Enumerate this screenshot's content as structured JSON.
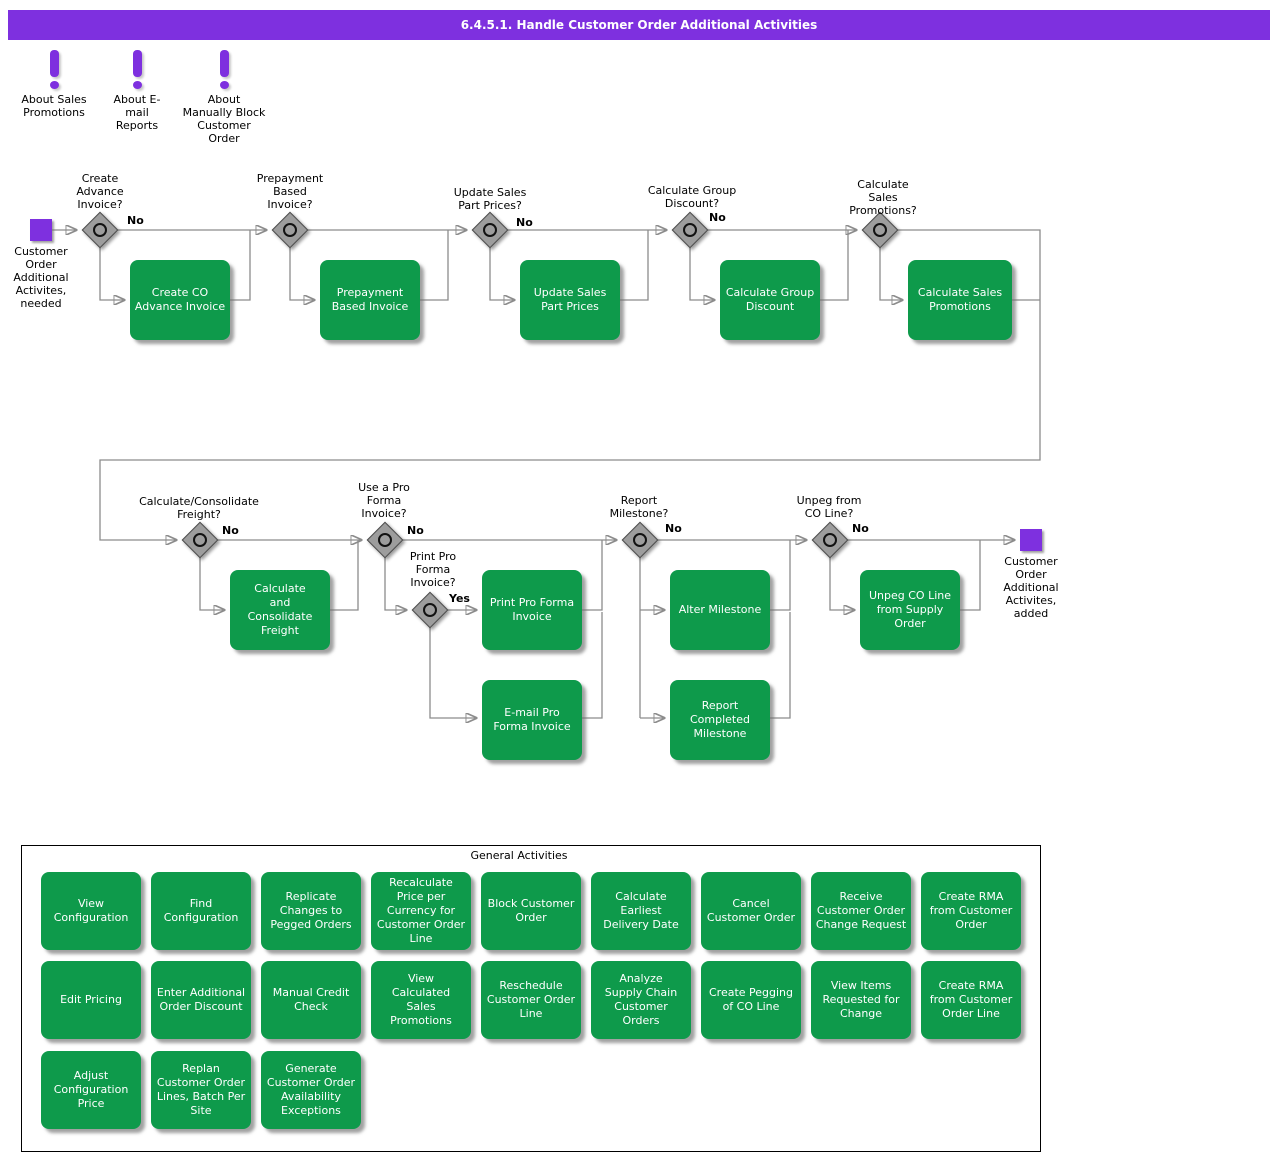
{
  "title": "6.4.5.1. Handle Customer Order Additional Activities",
  "colors": {
    "purple": "#7E30DF",
    "green": "#0E9A4B",
    "line": "#8c8c8c"
  },
  "notes": [
    {
      "label": "About Sales\nPromotions"
    },
    {
      "label": "About E-\nmail\nReports"
    },
    {
      "label": "About\nManually Block\nCustomer\nOrder"
    }
  ],
  "flow": {
    "start_label": "Customer\nOrder\nAdditional\nActivites,\nneeded",
    "end_label": "Customer\nOrder\nAdditional\nActivites,\nadded",
    "decisions": [
      {
        "question": "Create\nAdvance\nInvoice?",
        "branch": "No"
      },
      {
        "question": "Prepayment\nBased\nInvoice?"
      },
      {
        "question": "Update Sales\nPart Prices?",
        "branch": "No"
      },
      {
        "question": "Calculate Group\nDiscount?",
        "branch": "No"
      },
      {
        "question": "Calculate\nSales\nPromotions?"
      },
      {
        "question": "Calculate/Consolidate\nFreight?",
        "branch": "No"
      },
      {
        "question": "Use a Pro\nForma\nInvoice?",
        "branch": "No"
      },
      {
        "question": "Print Pro\nForma\nInvoice?",
        "branch": "Yes"
      },
      {
        "question": "Report\nMilestone?",
        "branch": "No"
      },
      {
        "question": "Unpeg from\nCO Line?",
        "branch": "No"
      }
    ],
    "activities": [
      "Create CO\nAdvance Invoice",
      "Prepayment\nBased Invoice",
      "Update Sales\nPart Prices",
      "Calculate Group\nDiscount",
      "Calculate Sales\nPromotions",
      "Calculate\nand\nConsolidate\nFreight",
      "Print Pro Forma\nInvoice",
      "E-mail Pro\nForma Invoice",
      "Alter Milestone",
      "Report\nCompleted\nMilestone",
      "Unpeg CO Line\nfrom Supply\nOrder"
    ]
  },
  "panel": {
    "title": "General Activities",
    "rows": [
      [
        "View\nConfiguration",
        "Find\nConfiguration",
        "Replicate\nChanges to\nPegged Orders",
        "Recalculate\nPrice per\nCurrency for\nCustomer Order\nLine",
        "Block Customer\nOrder",
        "Calculate\nEarliest\nDelivery Date",
        "Cancel\nCustomer Order",
        "Receive\nCustomer Order\nChange Request",
        "Create RMA\nfrom Customer\nOrder"
      ],
      [
        "Edit Pricing",
        "Enter Additional\nOrder Discount",
        "Manual Credit\nCheck",
        "View\nCalculated\nSales\nPromotions",
        "Reschedule\nCustomer Order\nLine",
        "Analyze\nSupply Chain\nCustomer\nOrders",
        "Create Pegging\nof CO Line",
        "View Items\nRequested for\nChange",
        "Create RMA\nfrom Customer\nOrder Line"
      ],
      [
        "Adjust\nConfiguration\nPrice",
        "Replan\nCustomer Order\nLines, Batch Per\nSite",
        "Generate\nCustomer Order\nAvailability\nExceptions"
      ]
    ]
  }
}
